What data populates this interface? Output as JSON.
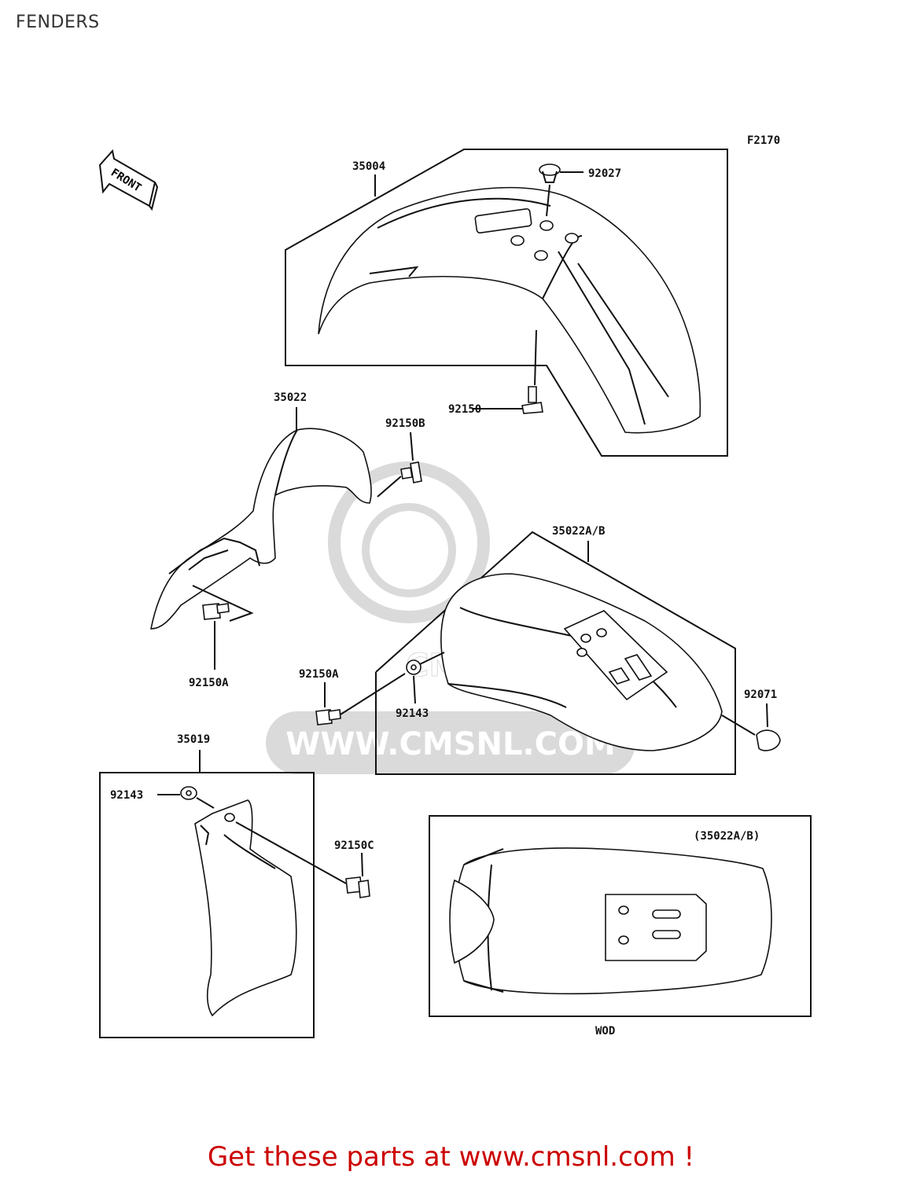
{
  "page": {
    "title": "FENDERS",
    "figure_code": "F2170",
    "front_arrow_label": "FRONT",
    "watermark": "WWW.CMSNL.COM",
    "watermark_logo": "CMS",
    "footer": "Get these parts at www.cmsnl.com !"
  },
  "colors": {
    "footer_text": "#cc0000",
    "watermark": "#d6d6d6",
    "line": "#111111"
  },
  "parts": {
    "p35004": "35004",
    "p92027": "92027",
    "p92150": "92150",
    "p35022": "35022",
    "p92150B": "92150B",
    "p35022AB": "35022A/B",
    "p92150A_1": "92150A",
    "p92150A_2": "92150A",
    "p92143_1": "92143",
    "p92071": "92071",
    "p35019": "35019",
    "p92143_2": "92143",
    "p92150C": "92150C",
    "inset_title": "(35022A/B)",
    "inset_caption": "WOD"
  }
}
